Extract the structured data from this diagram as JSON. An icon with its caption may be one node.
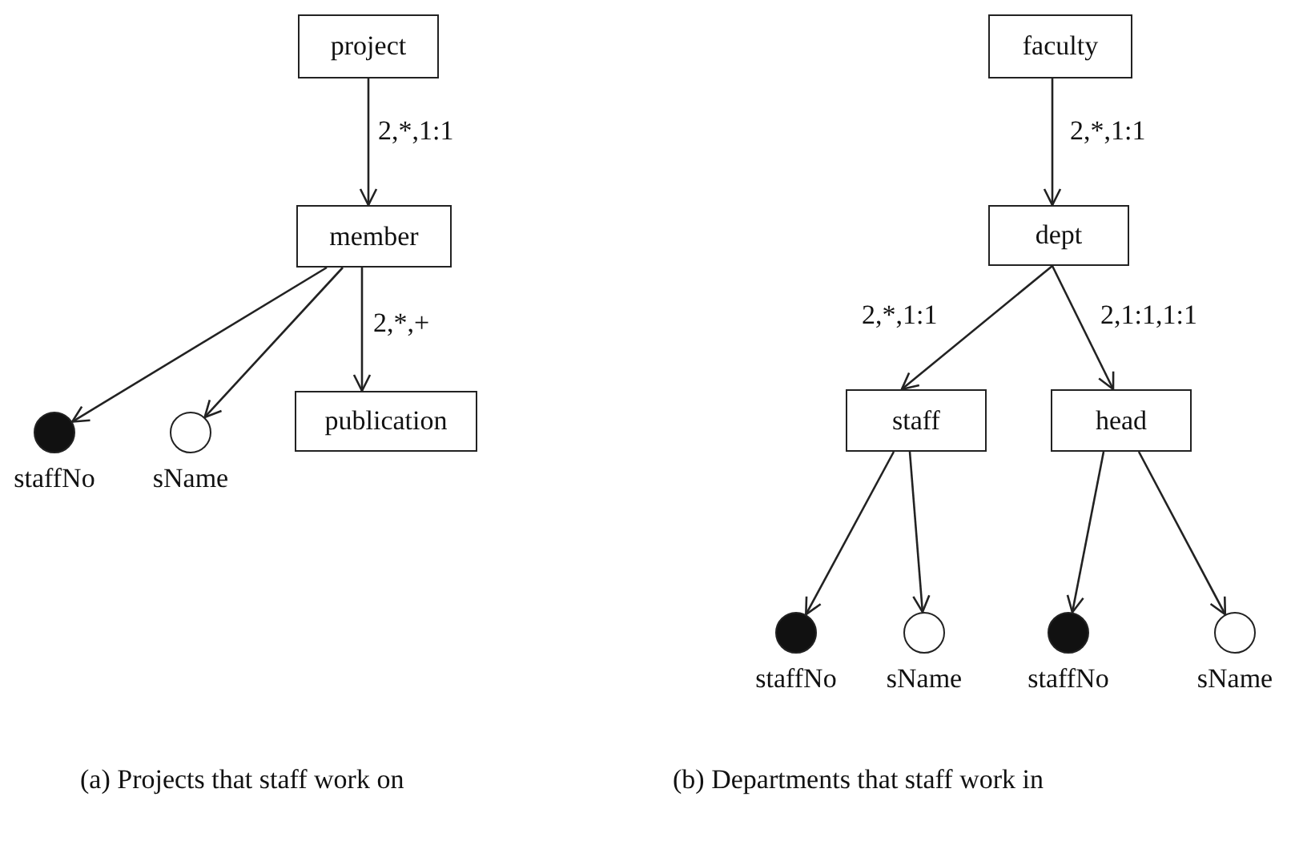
{
  "diagram": {
    "nodes": [
      {
        "text": [
          "project"
        ]
      },
      {
        "text": [
          "member"
        ]
      },
      {
        "text": [],
        "shape": "dot",
        "beside": [
          "staffNo"
        ]
      },
      {
        "text": [],
        "shape": "circle",
        "beside": [
          "sName"
        ]
      },
      {
        "text": [
          "publication"
        ]
      },
      {
        "text": [
          "faculty"
        ]
      },
      {
        "text": [
          "dept"
        ]
      },
      {
        "text": [
          "staff"
        ]
      },
      {
        "text": [
          "head"
        ]
      },
      {
        "text": [],
        "shape": "dot",
        "beside": [
          "staffNo"
        ]
      },
      {
        "text": [],
        "shape": "circle",
        "beside": [
          "sName"
        ]
      },
      {
        "text": [],
        "shape": "dot",
        "beside": [
          "staffNo"
        ]
      },
      {
        "text": [],
        "shape": "circle",
        "beside": [
          "sName"
        ]
      }
    ],
    "edges": [
      {
        "from": 0,
        "to": 1,
        "arrow": "to",
        "label": "2,*,1:1"
      },
      {
        "from": 1,
        "to": 2,
        "arrow": "to"
      },
      {
        "from": 1,
        "to": 3,
        "arrow": "to"
      },
      {
        "from": 1,
        "to": 4,
        "arrow": "to",
        "label": "2,*,+"
      },
      {
        "from": 5,
        "to": 6,
        "arrow": "to",
        "label": "2,*,1:1"
      },
      {
        "from": 6,
        "to": 7,
        "arrow": "to",
        "label": "2,*,1:1"
      },
      {
        "from": 6,
        "to": 8,
        "arrow": "to",
        "label": "2,1:1,1:1"
      },
      {
        "from": 7,
        "to": 9,
        "arrow": "to"
      },
      {
        "from": 7,
        "to": 10,
        "arrow": "to"
      },
      {
        "from": 8,
        "to": 11,
        "arrow": "to"
      },
      {
        "from": 8,
        "to": 12,
        "arrow": "to"
      }
    ],
    "labels": [
      "(a) Projects that staff work on",
      "(b) Departments that staff work in"
    ]
  }
}
